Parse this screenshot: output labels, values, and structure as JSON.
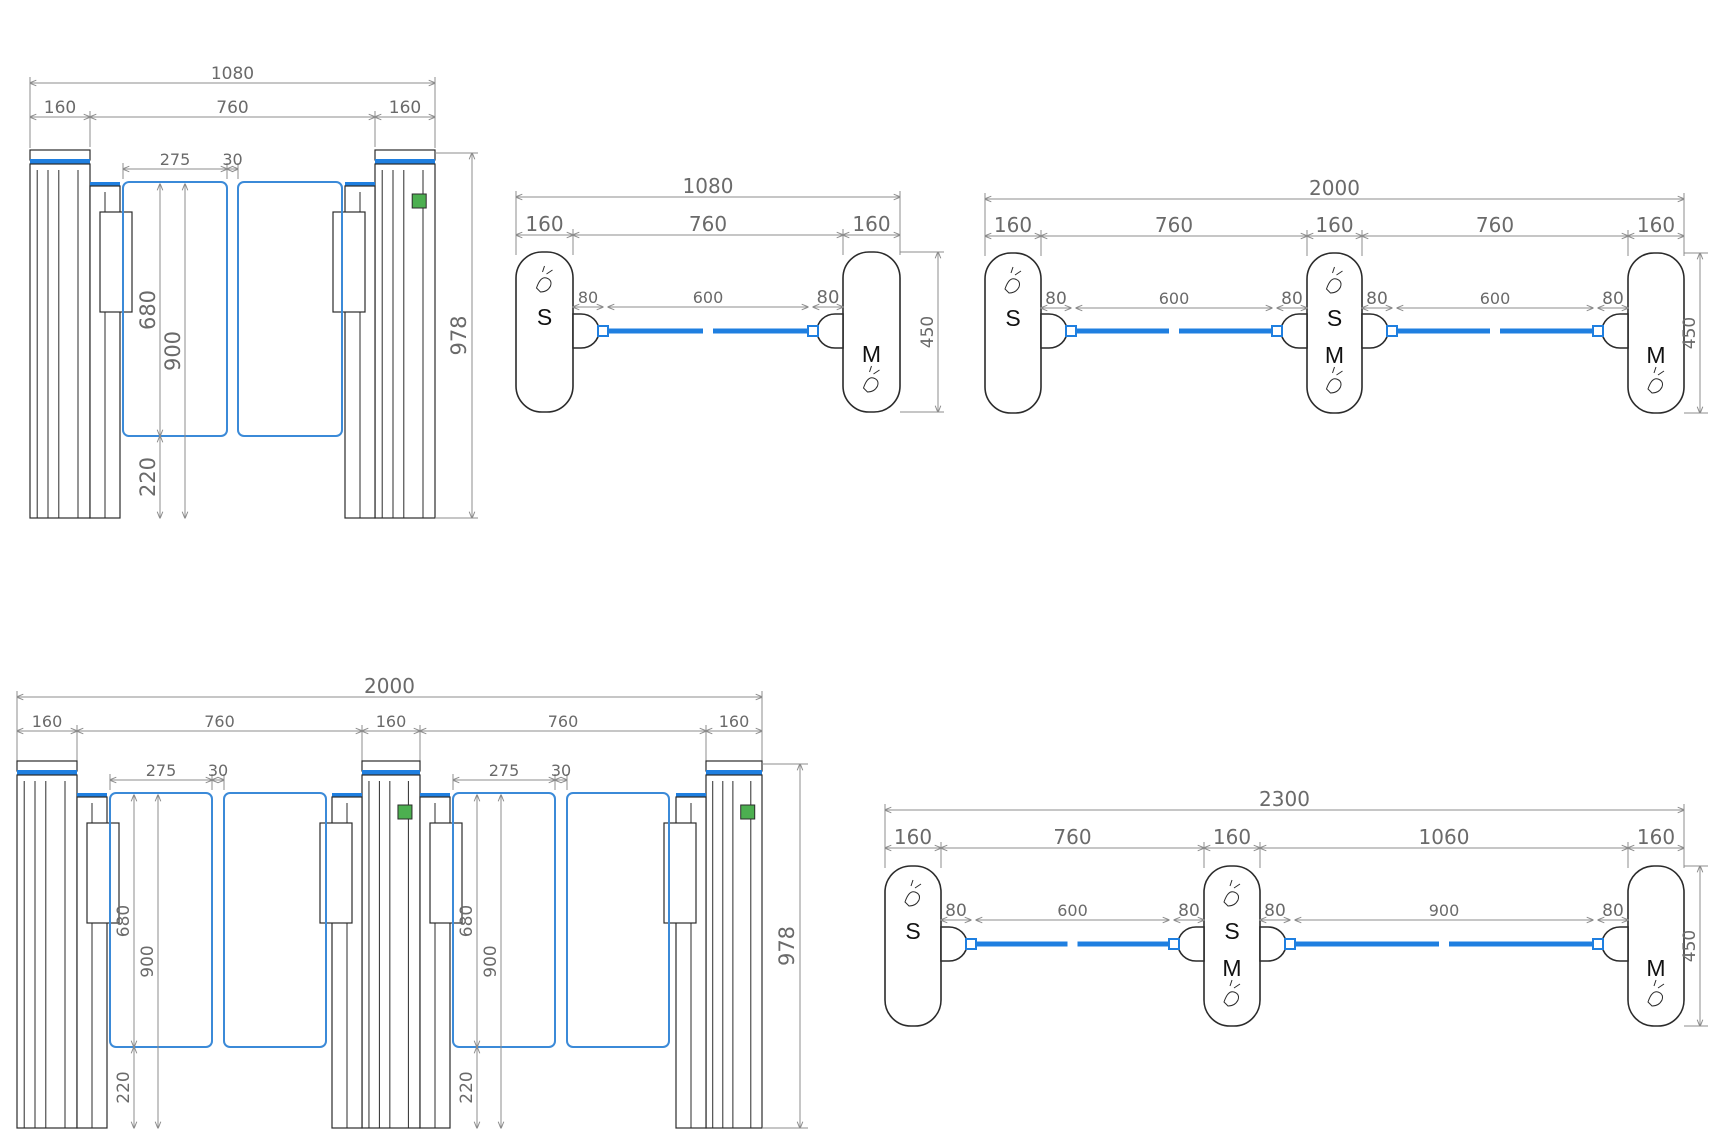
{
  "drawings": {
    "front_single": {
      "overall": "1080",
      "left_pillar": "160",
      "passage": "760",
      "right_pillar": "160",
      "glass_width": "275",
      "glass_gap": "30",
      "glass_height": "680",
      "panel_height": "900",
      "bottom_clearance": "220",
      "total_height": "978"
    },
    "plan_single": {
      "overall": "1080",
      "left_unit": "160",
      "passage": "760",
      "right_unit": "160",
      "left_arm": "80",
      "barrier": "600",
      "right_arm": "80",
      "depth": "450",
      "left_label": "S",
      "right_label": "M"
    },
    "plan_double": {
      "overall": "2000",
      "segments": [
        "160",
        "760",
        "160",
        "760",
        "160"
      ],
      "arm_labels": [
        "80",
        "80",
        "80",
        "80"
      ],
      "barrier_labels": [
        "600",
        "600"
      ],
      "depth": "450",
      "left_label": "S",
      "middle_top_label": "S",
      "middle_bottom_label": "M",
      "right_label": "M"
    },
    "front_double": {
      "overall": "2000",
      "segments": [
        "160",
        "760",
        "160",
        "760",
        "160"
      ],
      "glass_width": "275",
      "glass_gap": "30",
      "glass_height": "680",
      "panel_height": "900",
      "bottom_clearance": "220",
      "total_height": "978"
    },
    "plan_wide": {
      "overall": "2300",
      "segments": [
        "160",
        "760",
        "160",
        "1060",
        "160"
      ],
      "arm_labels": [
        "80",
        "80",
        "80",
        "80"
      ],
      "barrier_labels": [
        "600",
        "900"
      ],
      "depth": "450",
      "left_label": "S",
      "middle_top_label": "S",
      "middle_bottom_label": "M",
      "right_label": "M"
    }
  },
  "colors": {
    "line": "#2b2b2b",
    "dimension": "#8c8c8c",
    "glass": "#3b8ad8",
    "barrier": "#1f7fe0",
    "indicator": "#4caf50"
  }
}
